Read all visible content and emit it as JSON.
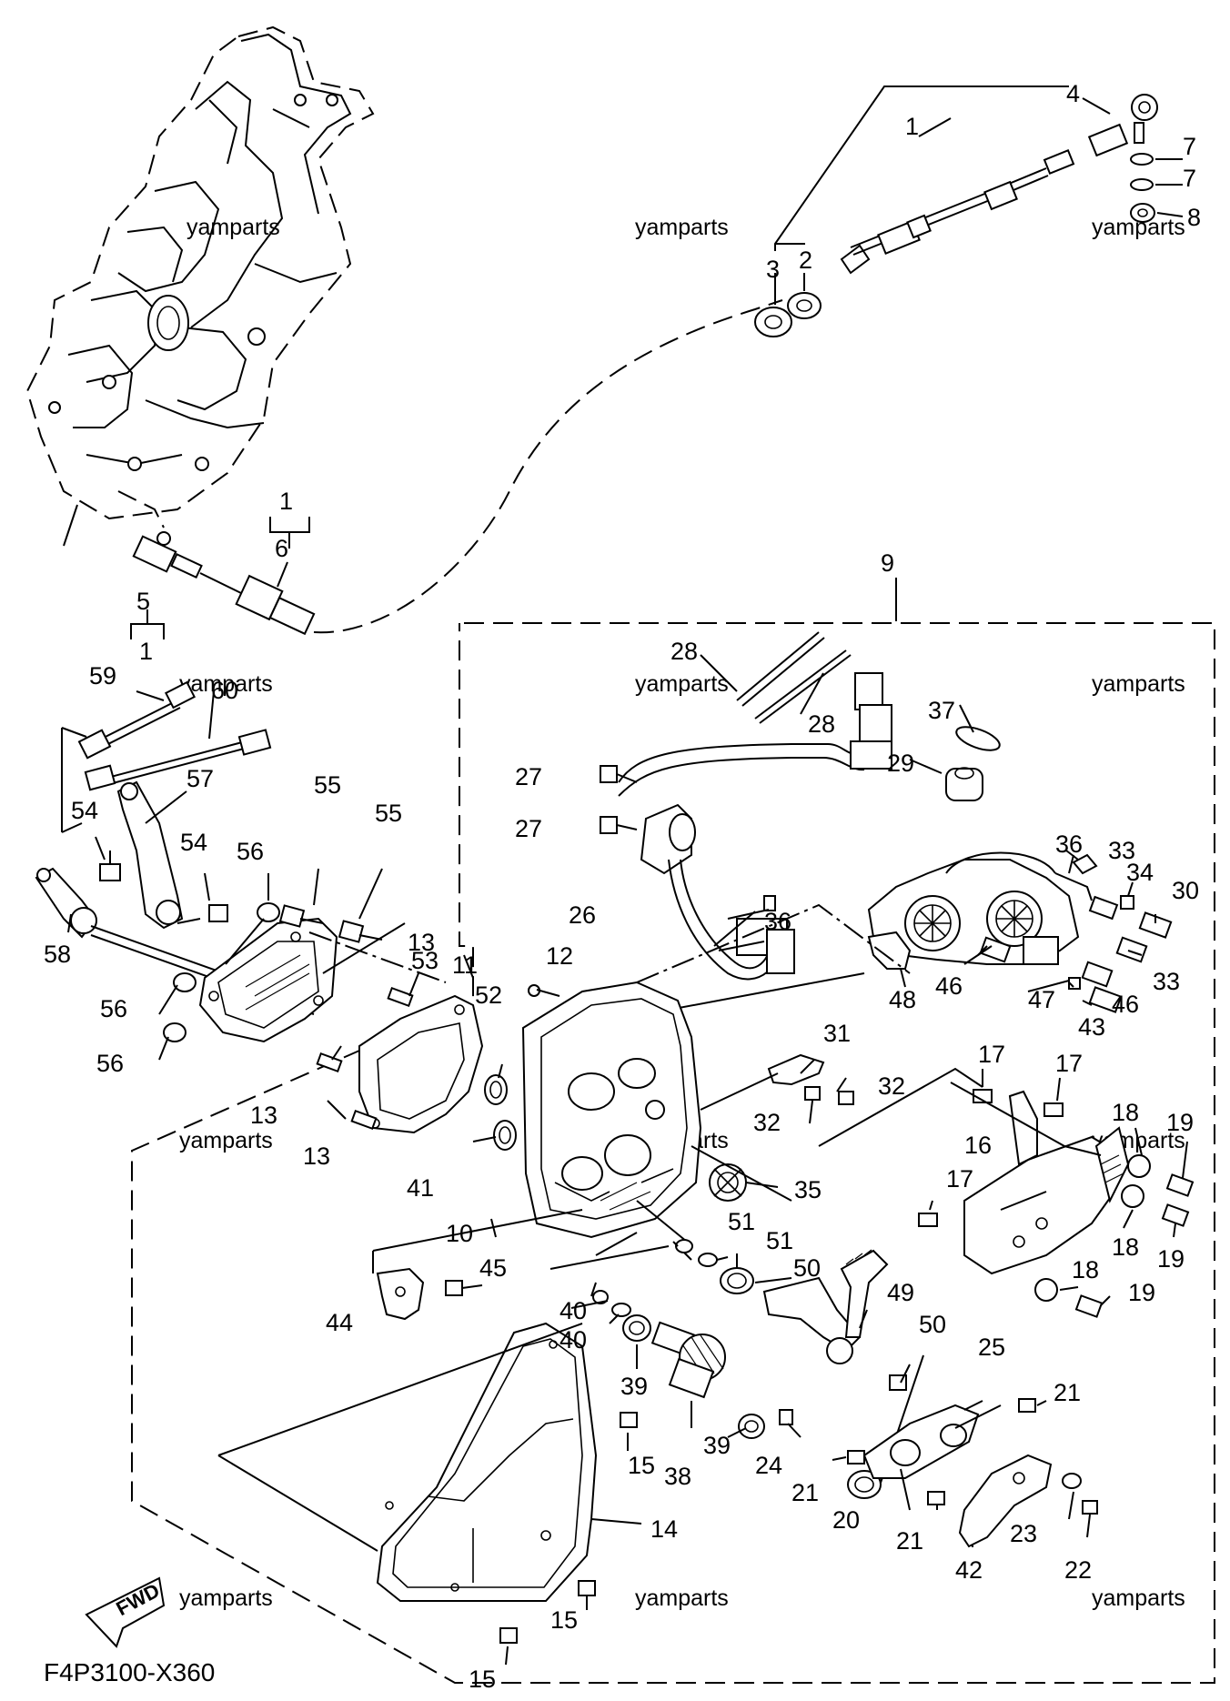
{
  "diagram": {
    "code": "F4P3100-X360",
    "fwd_label": "FWD",
    "watermark": "yamparts",
    "callouts": {
      "c1a": "1",
      "c1b": "1",
      "c1c": "1",
      "c2": "2",
      "c3": "3",
      "c4": "4",
      "c5": "5",
      "c6": "6",
      "c7a": "7",
      "c7b": "7",
      "c8": "8",
      "c9": "9",
      "c10": "10",
      "c11": "11",
      "c12": "12",
      "c13a": "13",
      "c13b": "13",
      "c13c": "13",
      "c14": "14",
      "c15a": "15",
      "c15b": "15",
      "c15c": "15",
      "c16": "16",
      "c17a": "17",
      "c17b": "17",
      "c17c": "17",
      "c18a": "18",
      "c18b": "18",
      "c18c": "18",
      "c19a": "19",
      "c19b": "19",
      "c19c": "19",
      "c20": "20",
      "c21a": "21",
      "c21b": "21",
      "c21c": "21",
      "c22": "22",
      "c23": "23",
      "c24": "24",
      "c25": "25",
      "c26": "26",
      "c27a": "27",
      "c27b": "27",
      "c28a": "28",
      "c28b": "28",
      "c29": "29",
      "c30": "30",
      "c31": "31",
      "c32a": "32",
      "c32b": "32",
      "c33a": "33",
      "c33b": "33",
      "c34": "34",
      "c35": "35",
      "c36a": "36",
      "c36b": "36",
      "c37": "37",
      "c38": "38",
      "c39a": "39",
      "c39b": "39",
      "c40a": "40",
      "c40b": "40",
      "c41": "41",
      "c42": "42",
      "c43": "43",
      "c44": "44",
      "c45": "45",
      "c46a": "46",
      "c46b": "46",
      "c47": "47",
      "c48": "48",
      "c49": "49",
      "c50a": "50",
      "c50b": "50",
      "c51a": "51",
      "c51b": "51",
      "c52": "52",
      "c53": "53",
      "c54a": "54",
      "c54b": "54",
      "c55a": "55",
      "c55b": "55",
      "c56a": "56",
      "c56b": "56",
      "c56c": "56",
      "c57": "57",
      "c58": "58",
      "c59": "59",
      "c60": "60"
    }
  }
}
